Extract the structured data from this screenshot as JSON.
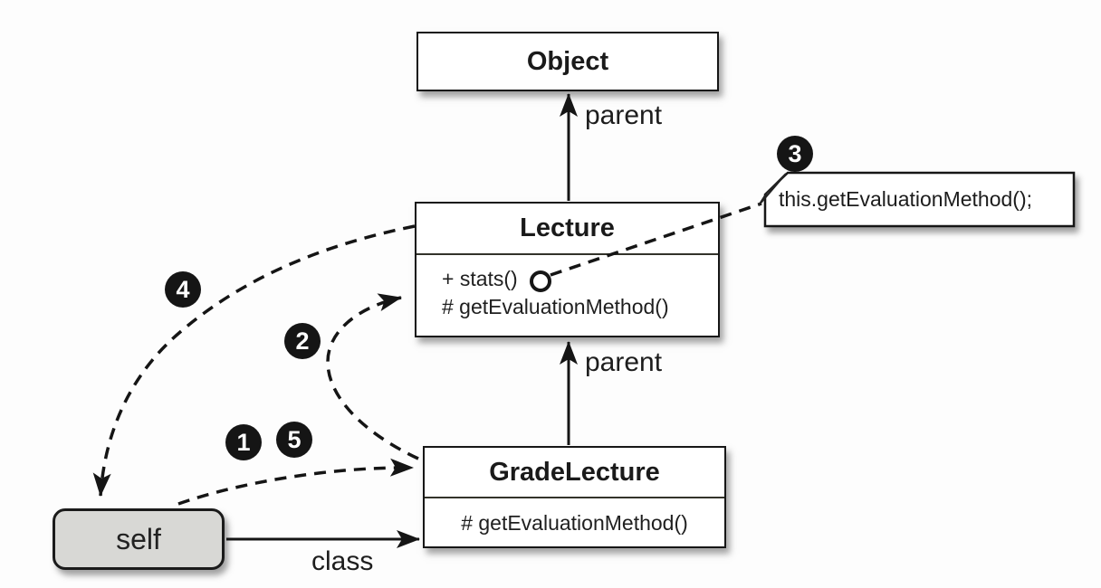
{
  "palette": {
    "ink": "#161616",
    "paper": "#fdfdfd",
    "box_fill": "#ffffff",
    "self_fill": "#d8d8d5",
    "badge_bg": "#151515",
    "badge_fg": "#ffffff",
    "note_fold_fill": "#909090"
  },
  "classes": {
    "object": {
      "title": "Object"
    },
    "lecture": {
      "title": "Lecture",
      "method_stats": "+ stats()",
      "method_get_eval": "# getEvaluationMethod()"
    },
    "grade_lecture": {
      "title": "GradeLecture",
      "method_get_eval": "# getEvaluationMethod()"
    }
  },
  "self_node": {
    "label": "self"
  },
  "note": {
    "text": "this.getEvaluationMethod();"
  },
  "edge_labels": {
    "object_parent": "parent",
    "lecture_parent": "parent",
    "class_link": "class"
  },
  "badges": {
    "step1": "1",
    "step2": "2",
    "step3": "3",
    "step4": "4",
    "step5": "5"
  },
  "icons": {
    "method_socket": "small-circle-lollipop",
    "note_fold": "folded-corner-triangle"
  }
}
